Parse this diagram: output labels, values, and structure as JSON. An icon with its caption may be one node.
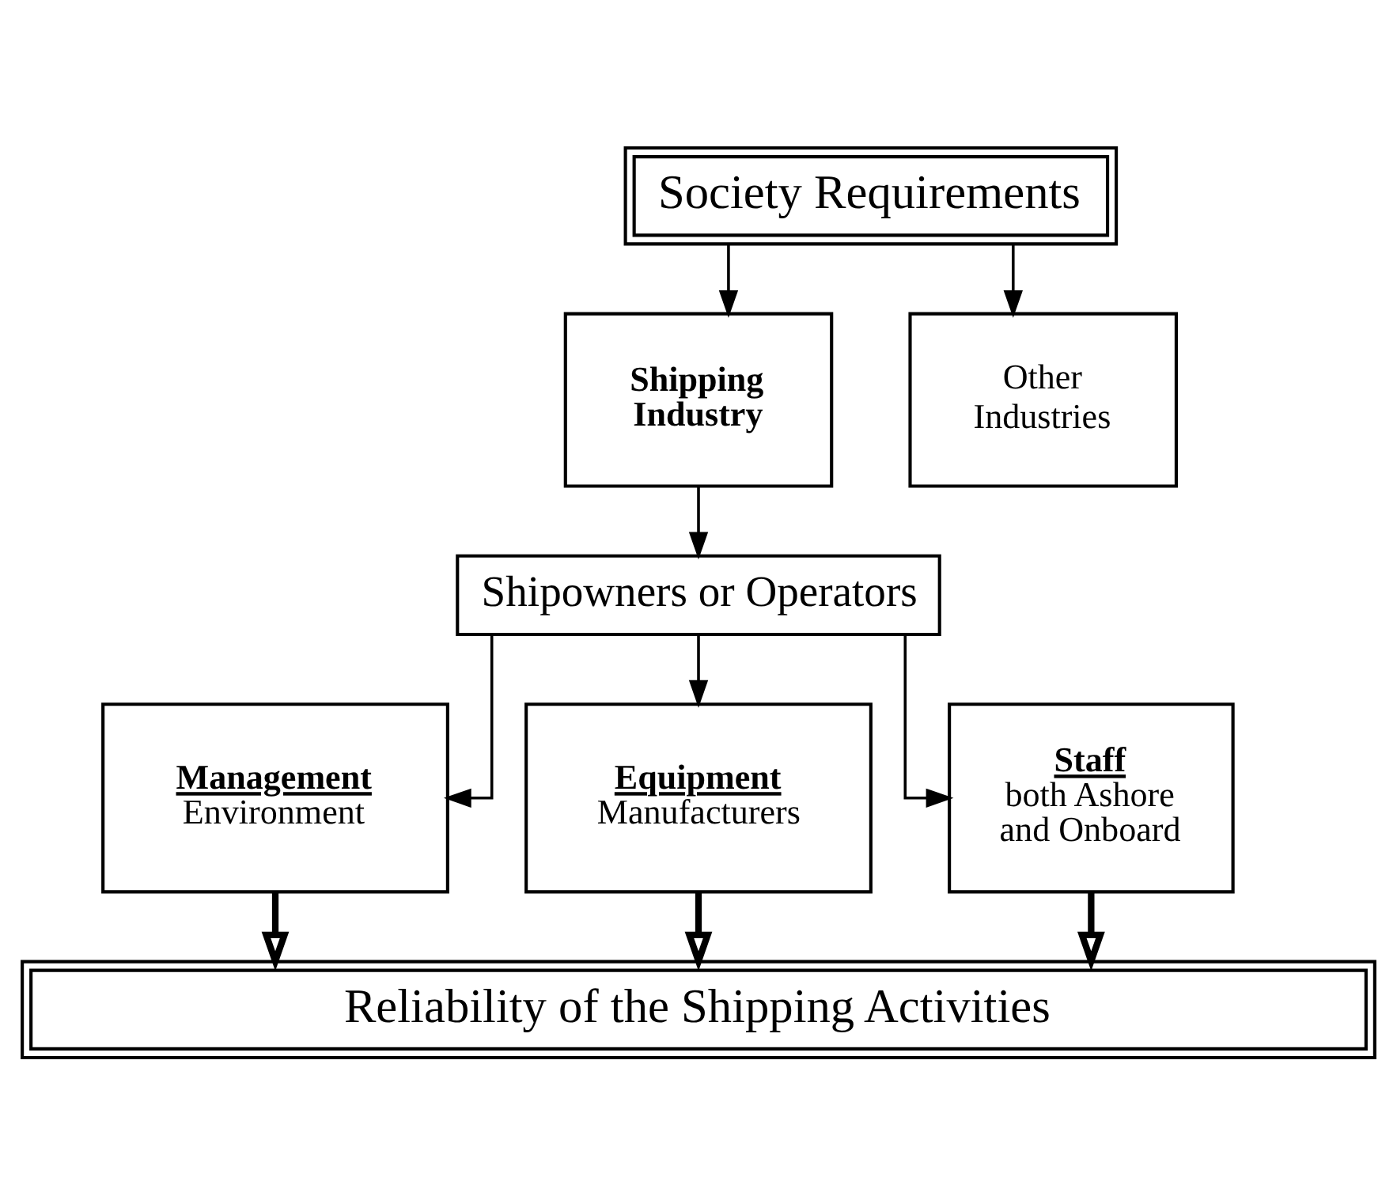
{
  "diagram": {
    "nodes": [
      {
        "text": [
          "Society Requirements"
        ]
      },
      {
        "text": [
          "Shipping Industry"
        ]
      },
      {
        "text": [
          "Other Industries"
        ]
      },
      {
        "text": [
          "Shipowners or Operators"
        ]
      },
      {
        "text": [
          "Management",
          "Environment"
        ]
      },
      {
        "text": [
          "Equipment",
          "Manufacturers"
        ]
      },
      {
        "text": [
          "Staff",
          "both Ashore and Onboard"
        ]
      },
      {
        "text": [
          "Reliability of the Shipping Activities"
        ]
      }
    ],
    "edges": [
      {
        "from": 0,
        "to": 1,
        "arrow": "to"
      },
      {
        "from": 0,
        "to": 2,
        "arrow": "to"
      },
      {
        "from": 1,
        "to": 3,
        "arrow": "to"
      },
      {
        "from": 3,
        "to": 4,
        "arrow": "to"
      },
      {
        "from": 3,
        "to": 5,
        "arrow": "to"
      },
      {
        "from": 3,
        "to": 6,
        "arrow": "to"
      },
      {
        "from": 4,
        "to": 7,
        "arrow": "to",
        "style": "thick"
      },
      {
        "from": 5,
        "to": 7,
        "arrow": "to",
        "style": "thick"
      },
      {
        "from": 6,
        "to": 7,
        "arrow": "to",
        "style": "thick"
      }
    ]
  }
}
